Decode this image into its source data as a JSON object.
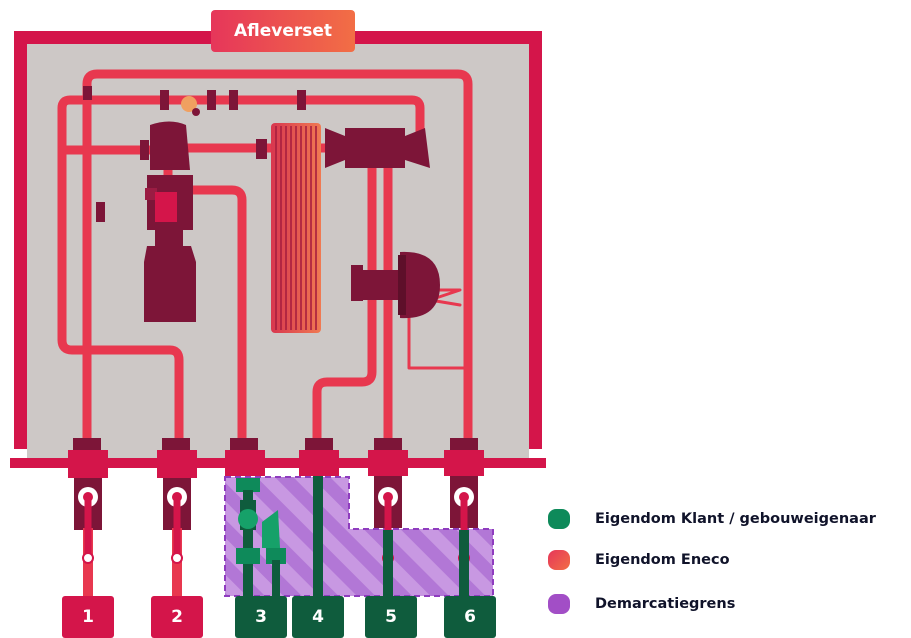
{
  "title": "Afleverset",
  "connections": [
    {
      "label": "1",
      "owner": "eneco"
    },
    {
      "label": "2",
      "owner": "eneco"
    },
    {
      "label": "3",
      "owner": "klant"
    },
    {
      "label": "4",
      "owner": "klant"
    },
    {
      "label": "5",
      "owner": "klant"
    },
    {
      "label": "6",
      "owner": "klant"
    }
  ],
  "legend": [
    {
      "label": "Eigendom Klant / gebouweigenaar",
      "color": "#0e8a5a"
    },
    {
      "label": "Eigendom Eneco",
      "color": "#ef5a4e"
    },
    {
      "label": "Demarcatiegrens",
      "color": "#a24ec6"
    }
  ],
  "colors": {
    "frame": "#d4154a",
    "panel": "#cdc8c6",
    "pipe": "#e8384f",
    "component": "#7d1538",
    "klant": "#0f5c3d",
    "demarcation": "#a24ec6"
  }
}
